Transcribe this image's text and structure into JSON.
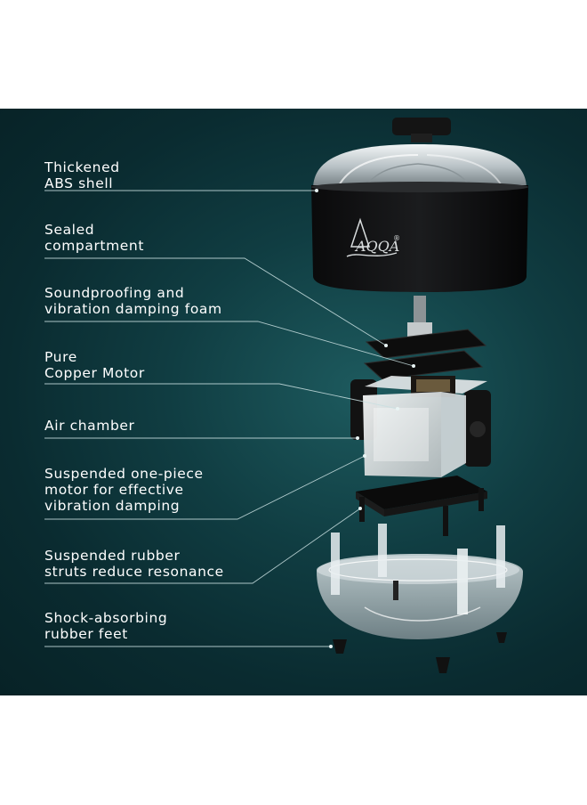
{
  "brand": {
    "logo_text": "AQQA",
    "registered": "®"
  },
  "colors": {
    "background": "#0d3338",
    "label_text": "#ffffff",
    "leader_line": "#c9dfe0",
    "canvas": "#ffffff"
  },
  "labels": [
    {
      "lines": [
        "Thickened",
        "ABS shell"
      ]
    },
    {
      "lines": [
        "Sealed",
        "compartment"
      ]
    },
    {
      "lines": [
        "Soundproofing and",
        "vibration damping foam"
      ]
    },
    {
      "lines": [
        "Pure",
        "Copper Motor"
      ]
    },
    {
      "lines": [
        "Air chamber"
      ]
    },
    {
      "lines": [
        "Suspended one-piece",
        "motor for effective",
        "vibration damping"
      ]
    },
    {
      "lines": [
        "Suspended rubber",
        "struts reduce resonance"
      ]
    },
    {
      "lines": [
        "Shock-absorbing",
        "rubber feet"
      ]
    }
  ]
}
